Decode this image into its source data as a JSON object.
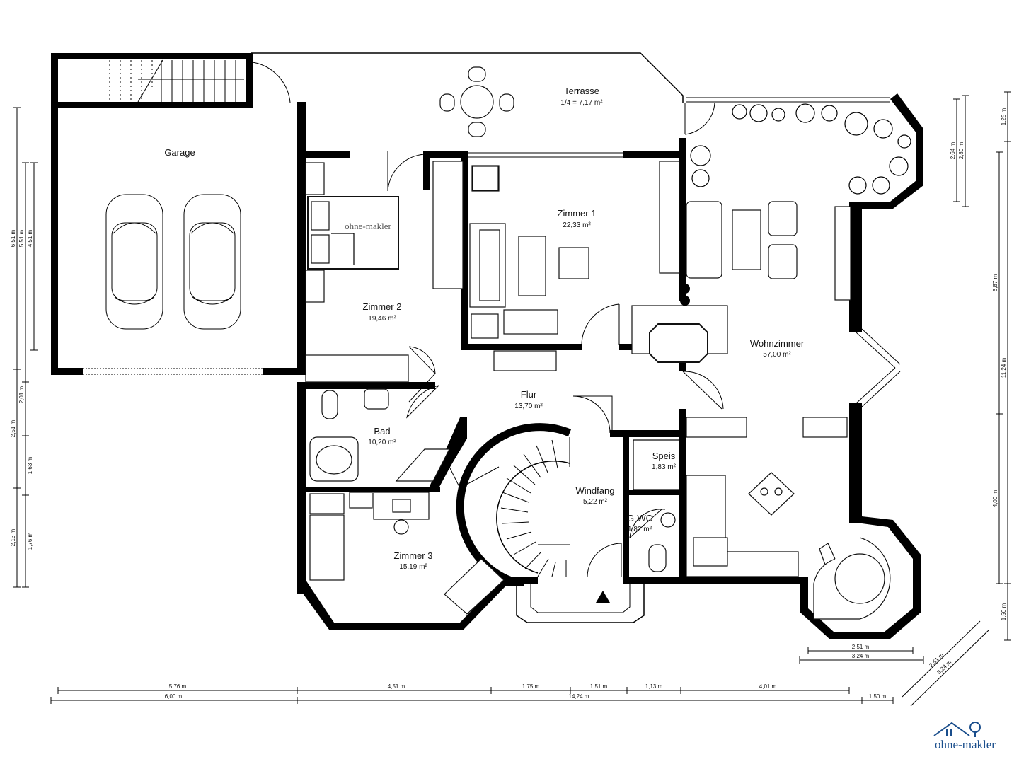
{
  "rooms": {
    "terrasse": {
      "name": "Terrasse",
      "area": "1/4 = 7,17 m²"
    },
    "garage": {
      "name": "Garage"
    },
    "zimmer1": {
      "name": "Zimmer 1",
      "area": "22,33 m²"
    },
    "zimmer2": {
      "name": "Zimmer 2",
      "area": "19,46 m²"
    },
    "zimmer3": {
      "name": "Zimmer 3",
      "area": "15,19 m²"
    },
    "bad": {
      "name": "Bad",
      "area": "10,20 m²"
    },
    "flur": {
      "name": "Flur",
      "area": "13,70 m²"
    },
    "windfang": {
      "name": "Windfang",
      "area": "5,22 m²"
    },
    "speis": {
      "name": "Speis",
      "area": "1,83 m²"
    },
    "gwc": {
      "name": "G-WC",
      "area": "1,82 m²"
    },
    "wohnzimmer": {
      "name": "Wohnzimmer",
      "area": "57,00 m²"
    }
  },
  "dimensions": {
    "bottom_row1": [
      "5,76 m",
      "4,51 m",
      "1,75 m",
      "1,51 m",
      "1,13 m",
      "4,01 m"
    ],
    "bottom_row2": [
      "6,00 m",
      "14,24 m",
      "1,50 m"
    ],
    "left_outer": [
      "6,51 m",
      "2,51 m",
      "2,13 m"
    ],
    "left_mid": [
      "5,51 m",
      "2,01 m",
      "1,63 m",
      "1,76 m"
    ],
    "left_inner": "4,51 m",
    "right_top": [
      "2,64 m",
      "2,80 m"
    ],
    "right_mid": "6,87 m",
    "right_outer": [
      "1,25 m",
      "11,24 m",
      "1,50 m"
    ],
    "right_lower": "4,00 m",
    "bay_horizontal": [
      "2,51 m",
      "3,24 m"
    ],
    "bay_diagonal": [
      "2,51 m",
      "3,24 m"
    ]
  },
  "watermark": "ohne-makler",
  "logo": {
    "text": "ohne-makler",
    "color": "#1a4e8c"
  }
}
